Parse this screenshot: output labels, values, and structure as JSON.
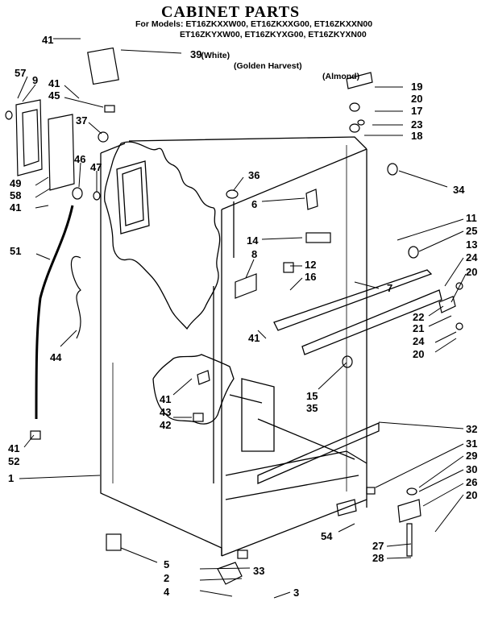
{
  "title": "CABINET PARTS",
  "models": {
    "line1": "For Models: ET16ZKXXW00, ET16ZKXXG00, ET16ZKXXN00",
    "line2": "ET16ZKYXW00, ET16ZKYXG00, ET16ZKYXN00",
    "line3_white": "(White)",
    "line3_golden": "(Golden Harvest)",
    "line3_almond": "(Almond)"
  },
  "callouts": [
    {
      "id": "c41a",
      "label": "41"
    },
    {
      "id": "c39",
      "label": "39"
    },
    {
      "id": "c57",
      "label": "57"
    },
    {
      "id": "c9",
      "label": "9"
    },
    {
      "id": "c41b",
      "label": "41"
    },
    {
      "id": "c45",
      "label": "45"
    },
    {
      "id": "c37",
      "label": "37"
    },
    {
      "id": "c46",
      "label": "46"
    },
    {
      "id": "c47",
      "label": "47"
    },
    {
      "id": "c49",
      "label": "49"
    },
    {
      "id": "c58",
      "label": "58"
    },
    {
      "id": "c41c",
      "label": "41"
    },
    {
      "id": "c51",
      "label": "51"
    },
    {
      "id": "c44",
      "label": "44"
    },
    {
      "id": "c36",
      "label": "36"
    },
    {
      "id": "c6",
      "label": "6"
    },
    {
      "id": "c14",
      "label": "14"
    },
    {
      "id": "c8",
      "label": "8"
    },
    {
      "id": "c12",
      "label": "12"
    },
    {
      "id": "c16",
      "label": "16"
    },
    {
      "id": "c7",
      "label": "7"
    },
    {
      "id": "c41d",
      "label": "41"
    },
    {
      "id": "c15",
      "label": "15"
    },
    {
      "id": "c35",
      "label": "35"
    },
    {
      "id": "c41e",
      "label": "41"
    },
    {
      "id": "c43",
      "label": "43"
    },
    {
      "id": "c42",
      "label": "42"
    },
    {
      "id": "c41f",
      "label": "41"
    },
    {
      "id": "c52",
      "label": "52"
    },
    {
      "id": "c1",
      "label": "1"
    },
    {
      "id": "c19",
      "label": "19"
    },
    {
      "id": "c20a",
      "label": "20"
    },
    {
      "id": "c17",
      "label": "17"
    },
    {
      "id": "c23",
      "label": "23"
    },
    {
      "id": "c18",
      "label": "18"
    },
    {
      "id": "c34",
      "label": "34"
    },
    {
      "id": "c11",
      "label": "11"
    },
    {
      "id": "c25",
      "label": "25"
    },
    {
      "id": "c13",
      "label": "13"
    },
    {
      "id": "c24a",
      "label": "24"
    },
    {
      "id": "c20b",
      "label": "20"
    },
    {
      "id": "c22",
      "label": "22"
    },
    {
      "id": "c21",
      "label": "21"
    },
    {
      "id": "c24b",
      "label": "24"
    },
    {
      "id": "c20c",
      "label": "20"
    },
    {
      "id": "c32",
      "label": "32"
    },
    {
      "id": "c31",
      "label": "31"
    },
    {
      "id": "c29",
      "label": "29"
    },
    {
      "id": "c30",
      "label": "30"
    },
    {
      "id": "c26",
      "label": "26"
    },
    {
      "id": "c20d",
      "label": "20"
    },
    {
      "id": "c54",
      "label": "54"
    },
    {
      "id": "c27",
      "label": "27"
    },
    {
      "id": "c28",
      "label": "28"
    },
    {
      "id": "c5",
      "label": "5"
    },
    {
      "id": "c33",
      "label": "33"
    },
    {
      "id": "c2",
      "label": "2"
    },
    {
      "id": "c4",
      "label": "4"
    },
    {
      "id": "c3",
      "label": "3"
    }
  ]
}
